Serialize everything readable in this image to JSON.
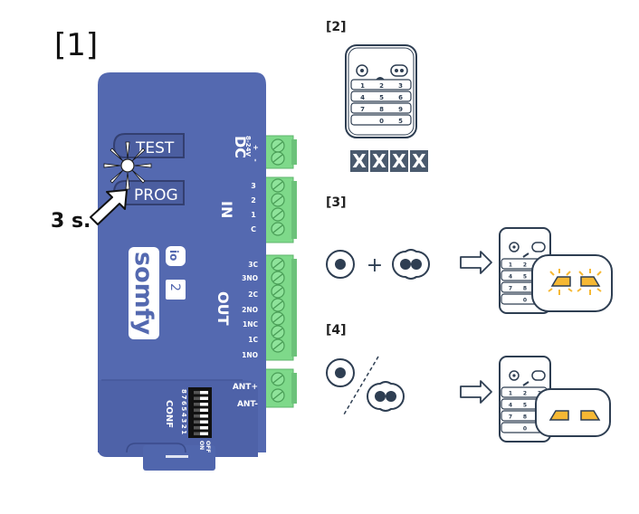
{
  "steps": {
    "step1": "[1]",
    "step2": "[2]",
    "step3": "[3]",
    "step4": "[4]"
  },
  "device": {
    "brand": "somfy",
    "buttons": {
      "test": "TEST",
      "prog": "PROG"
    },
    "hold_time": "3 s.",
    "dc_label": "DC",
    "dc_voltage": "8-24V",
    "dc_pins": [
      "+",
      "-"
    ],
    "in_label": "IN",
    "in_pins": [
      "3",
      "2",
      "1",
      "C"
    ],
    "out_label": "OUT",
    "out_pins": [
      "3C",
      "3NO",
      "2C",
      "2NO",
      "1NC",
      "1C",
      "1NO"
    ],
    "ant_pins": [
      "ANT+",
      "ANT-"
    ],
    "conf_label": "CONF",
    "dip_numbers": "87654321",
    "dip_state_labels": [
      "OFF",
      "ON"
    ],
    "io_badge": "io",
    "channel_badge": "2",
    "colors": {
      "body": "#5469b0",
      "terminal": "#7ed98a",
      "led": "#ffffff"
    }
  },
  "remote": {
    "keys": [
      [
        "1",
        "2",
        "3"
      ],
      [
        "4",
        "5",
        "6"
      ],
      [
        "7",
        "8",
        "9"
      ],
      [
        "",
        "0",
        "5"
      ]
    ],
    "code": [
      "X",
      "X",
      "X",
      "X"
    ],
    "colors": {
      "outline": "#2e3e52",
      "code_bg": "#4a5a6e",
      "indicator": "#f6b833"
    }
  },
  "step3": {
    "plus": "+"
  },
  "icons": [
    "led-flash-icon",
    "pointer-arrow-icon",
    "single-button-icon",
    "double-button-icon",
    "right-arrow-icon",
    "indicator-lamp-icon"
  ]
}
